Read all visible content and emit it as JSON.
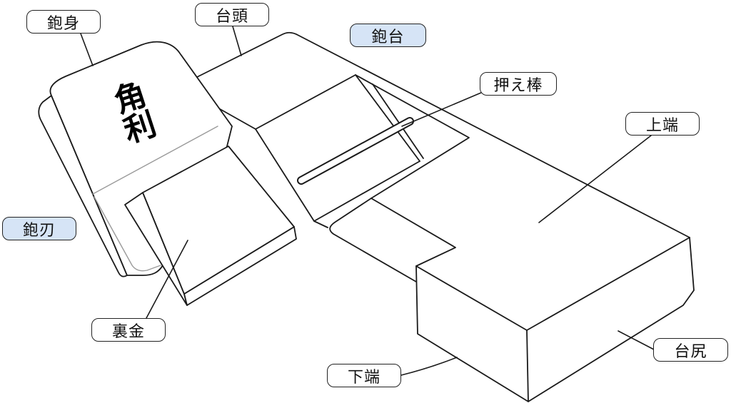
{
  "labels": {
    "blade_body": "鉋身",
    "head": "台頭",
    "plane_body": "鉋台",
    "press_bar": "押え棒",
    "top_surface": "上端",
    "blade": "鉋刃",
    "chipbreaker": "裏金",
    "sole": "下端",
    "tail": "台尻"
  },
  "stamp": "角利",
  "colors": {
    "highlight_label": "#d6e4f6",
    "label_bg": "#ffffff",
    "line": "#1a1a1a",
    "edge_line": "#9a9a9a"
  }
}
